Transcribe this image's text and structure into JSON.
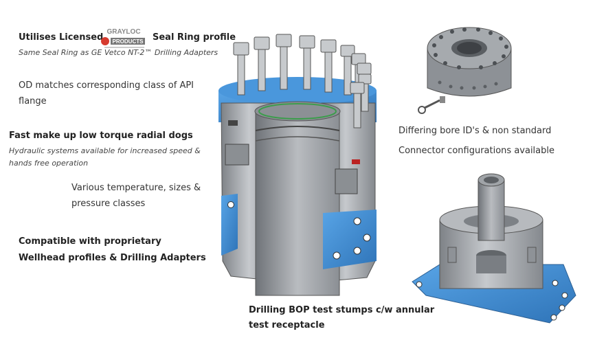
{
  "brand": {
    "name": "GRAYLOC",
    "sub": "PRODUCTS"
  },
  "features": {
    "seal_prefix": "Utilises Licensed",
    "seal_suffix": "Seal Ring profile",
    "seal_note": "Same Seal Ring as GE Vetco NT-2™ Drilling Adapters",
    "od_line1": "OD matches corresponding class of API",
    "od_line2": "flange",
    "dogs_title": "Fast make up low torque radial dogs",
    "dogs_note1": "Hydraulic systems available for increased speed &",
    "dogs_note2": "hands free operation",
    "temp_line1": "Various temperature, sizes &",
    "temp_line2": "pressure classes",
    "compat_line1": "Compatible with proprietary",
    "compat_line2": "Wellhead profiles & Drilling Adapters",
    "bore_line1": "Differing bore ID's & non standard",
    "bore_line2": "Connector configurations available",
    "stump_line1": "Drilling BOP test stumps c/w annular",
    "stump_line2": "test receptacle"
  },
  "colors": {
    "steel": "#9a9ea3",
    "steel_dark": "#6d7176",
    "steel_light": "#c9ccd0",
    "blue": "#3f8fd8"
  }
}
